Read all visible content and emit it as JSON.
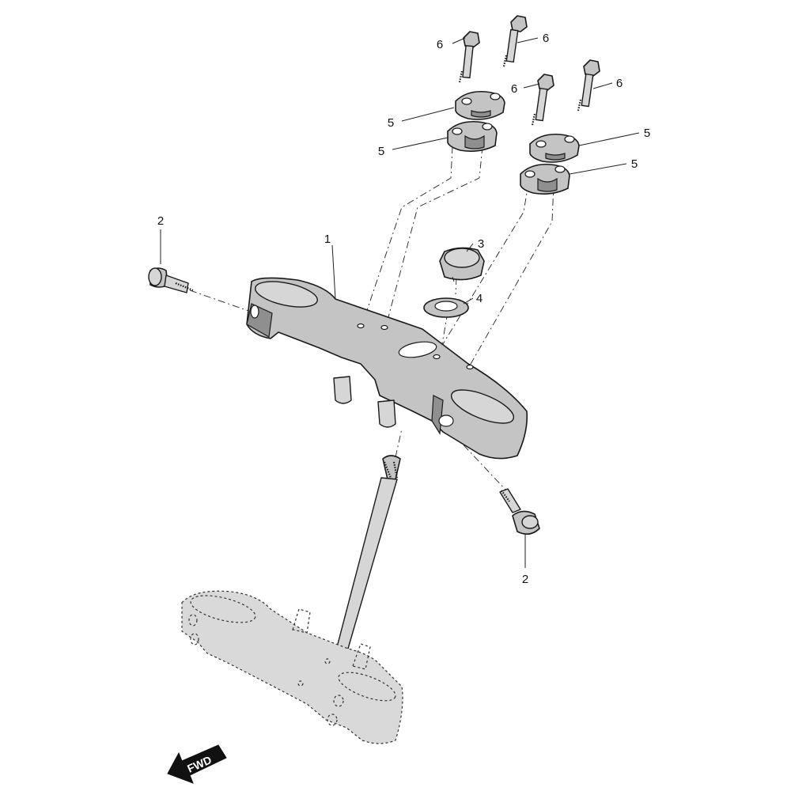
{
  "callouts": {
    "c1": "1",
    "c2a": "2",
    "c2b": "2",
    "c3": "3",
    "c4": "4",
    "c5a": "5",
    "c5b": "5",
    "c5c": "5",
    "c5d": "5",
    "c6a": "6",
    "c6b": "6",
    "c6c": "6",
    "c6d": "6"
  },
  "direction_arrow": {
    "label": "FWD"
  }
}
